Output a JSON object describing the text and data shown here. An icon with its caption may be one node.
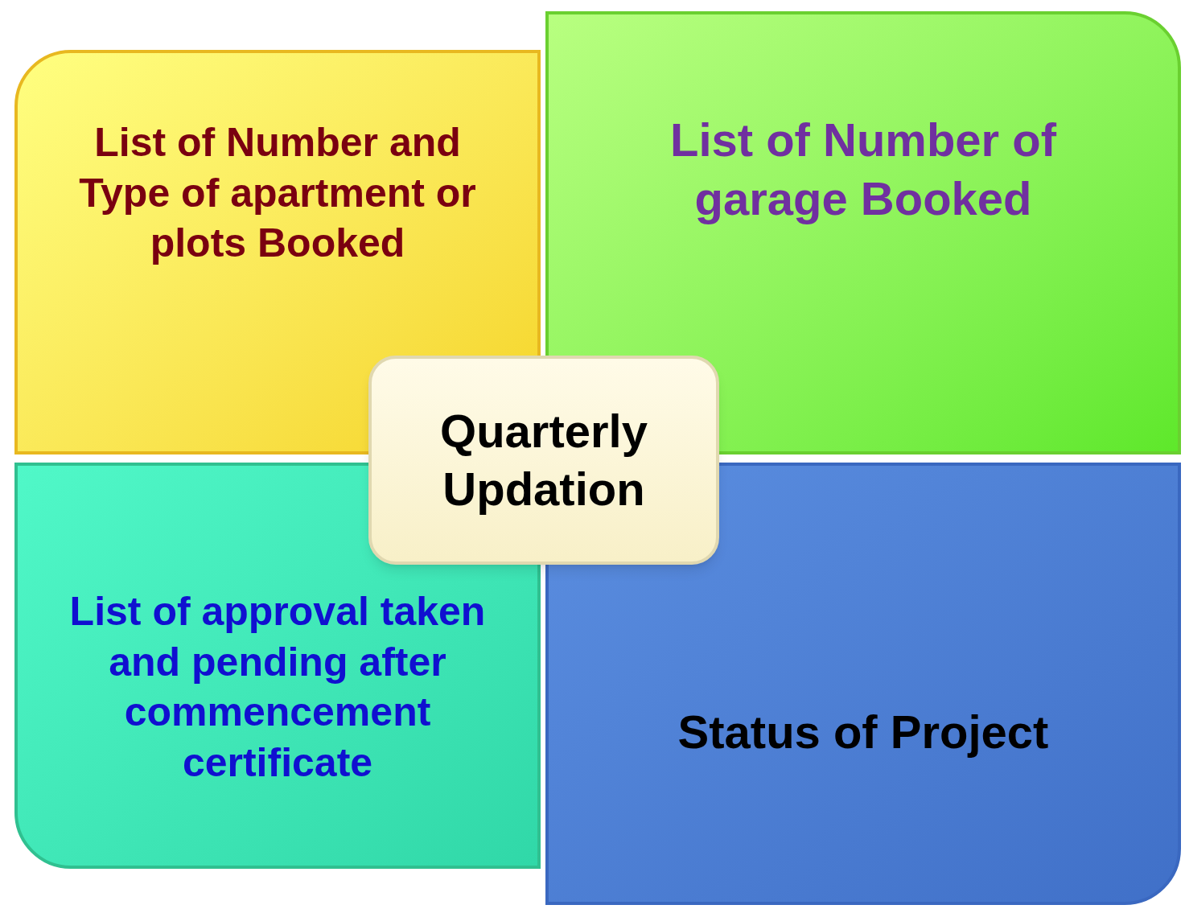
{
  "diagram": {
    "nodes": [
      {
        "text": [
          "List of Number and Type of apartment or plots Booked"
        ]
      },
      {
        "text": [
          "List of Number of garage Booked"
        ]
      },
      {
        "text": [
          "List of approval taken and pending after commencement certificate"
        ]
      },
      {
        "text": [
          "Status of Project"
        ]
      },
      {
        "text": [
          "Quarterly Updation"
        ]
      }
    ]
  }
}
